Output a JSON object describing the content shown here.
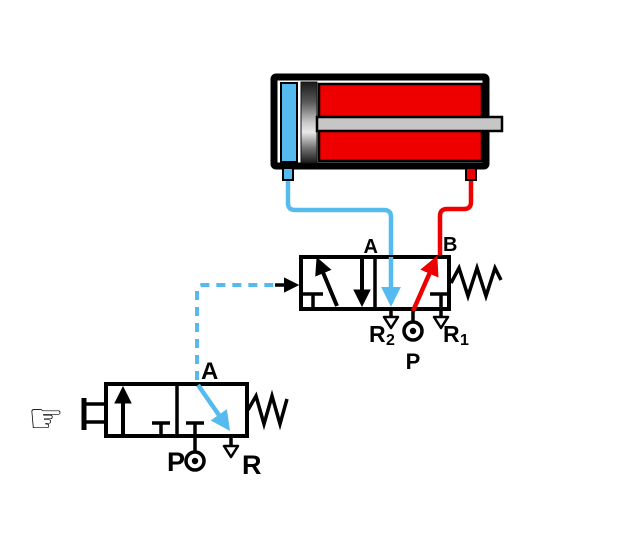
{
  "colors": {
    "air_blue": "#55BBEE",
    "pressure_red": "#EE0000",
    "outline_black": "#000000",
    "rod_gray": "#C6C6C6",
    "background": "#FFFFFF"
  },
  "main_valve": {
    "port_a": "A",
    "port_b": "B",
    "port_r2_letter": "R",
    "port_r2_index": "2",
    "port_p": "P",
    "port_r1_letter": "R",
    "port_r1_index": "1"
  },
  "pilot_valve": {
    "port_a": "A",
    "port_p": "P",
    "port_r": "R"
  },
  "icons": {
    "hand_pointer": "☞"
  }
}
